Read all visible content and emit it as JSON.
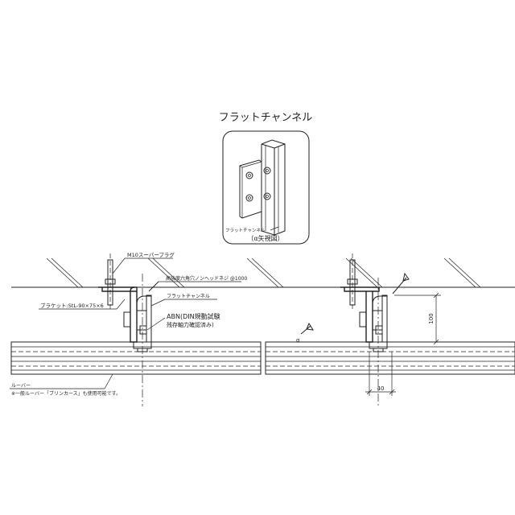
{
  "title": "フラットチャンネル",
  "detail": {
    "inner_label": "フラットチャンネル",
    "caption": "（α矢視図）"
  },
  "labels": {
    "m10": "M10スーパープラグ",
    "screw": "高強度六角穴ノンヘッドネジ @1000",
    "bracket": "ブラケット:StL-90×75×6",
    "flat_channel": "フラットチャンネル",
    "abn_line1": "ABN(DIN規動試験",
    "abn_line2": "残存軸力確認済み)",
    "louver": "ルーバー",
    "louver_note": "※一般ルーバー「ブリンカース」も使用可能です。",
    "alpha": "α"
  },
  "dimensions": {
    "vertical": "100",
    "horizontal": "40"
  }
}
